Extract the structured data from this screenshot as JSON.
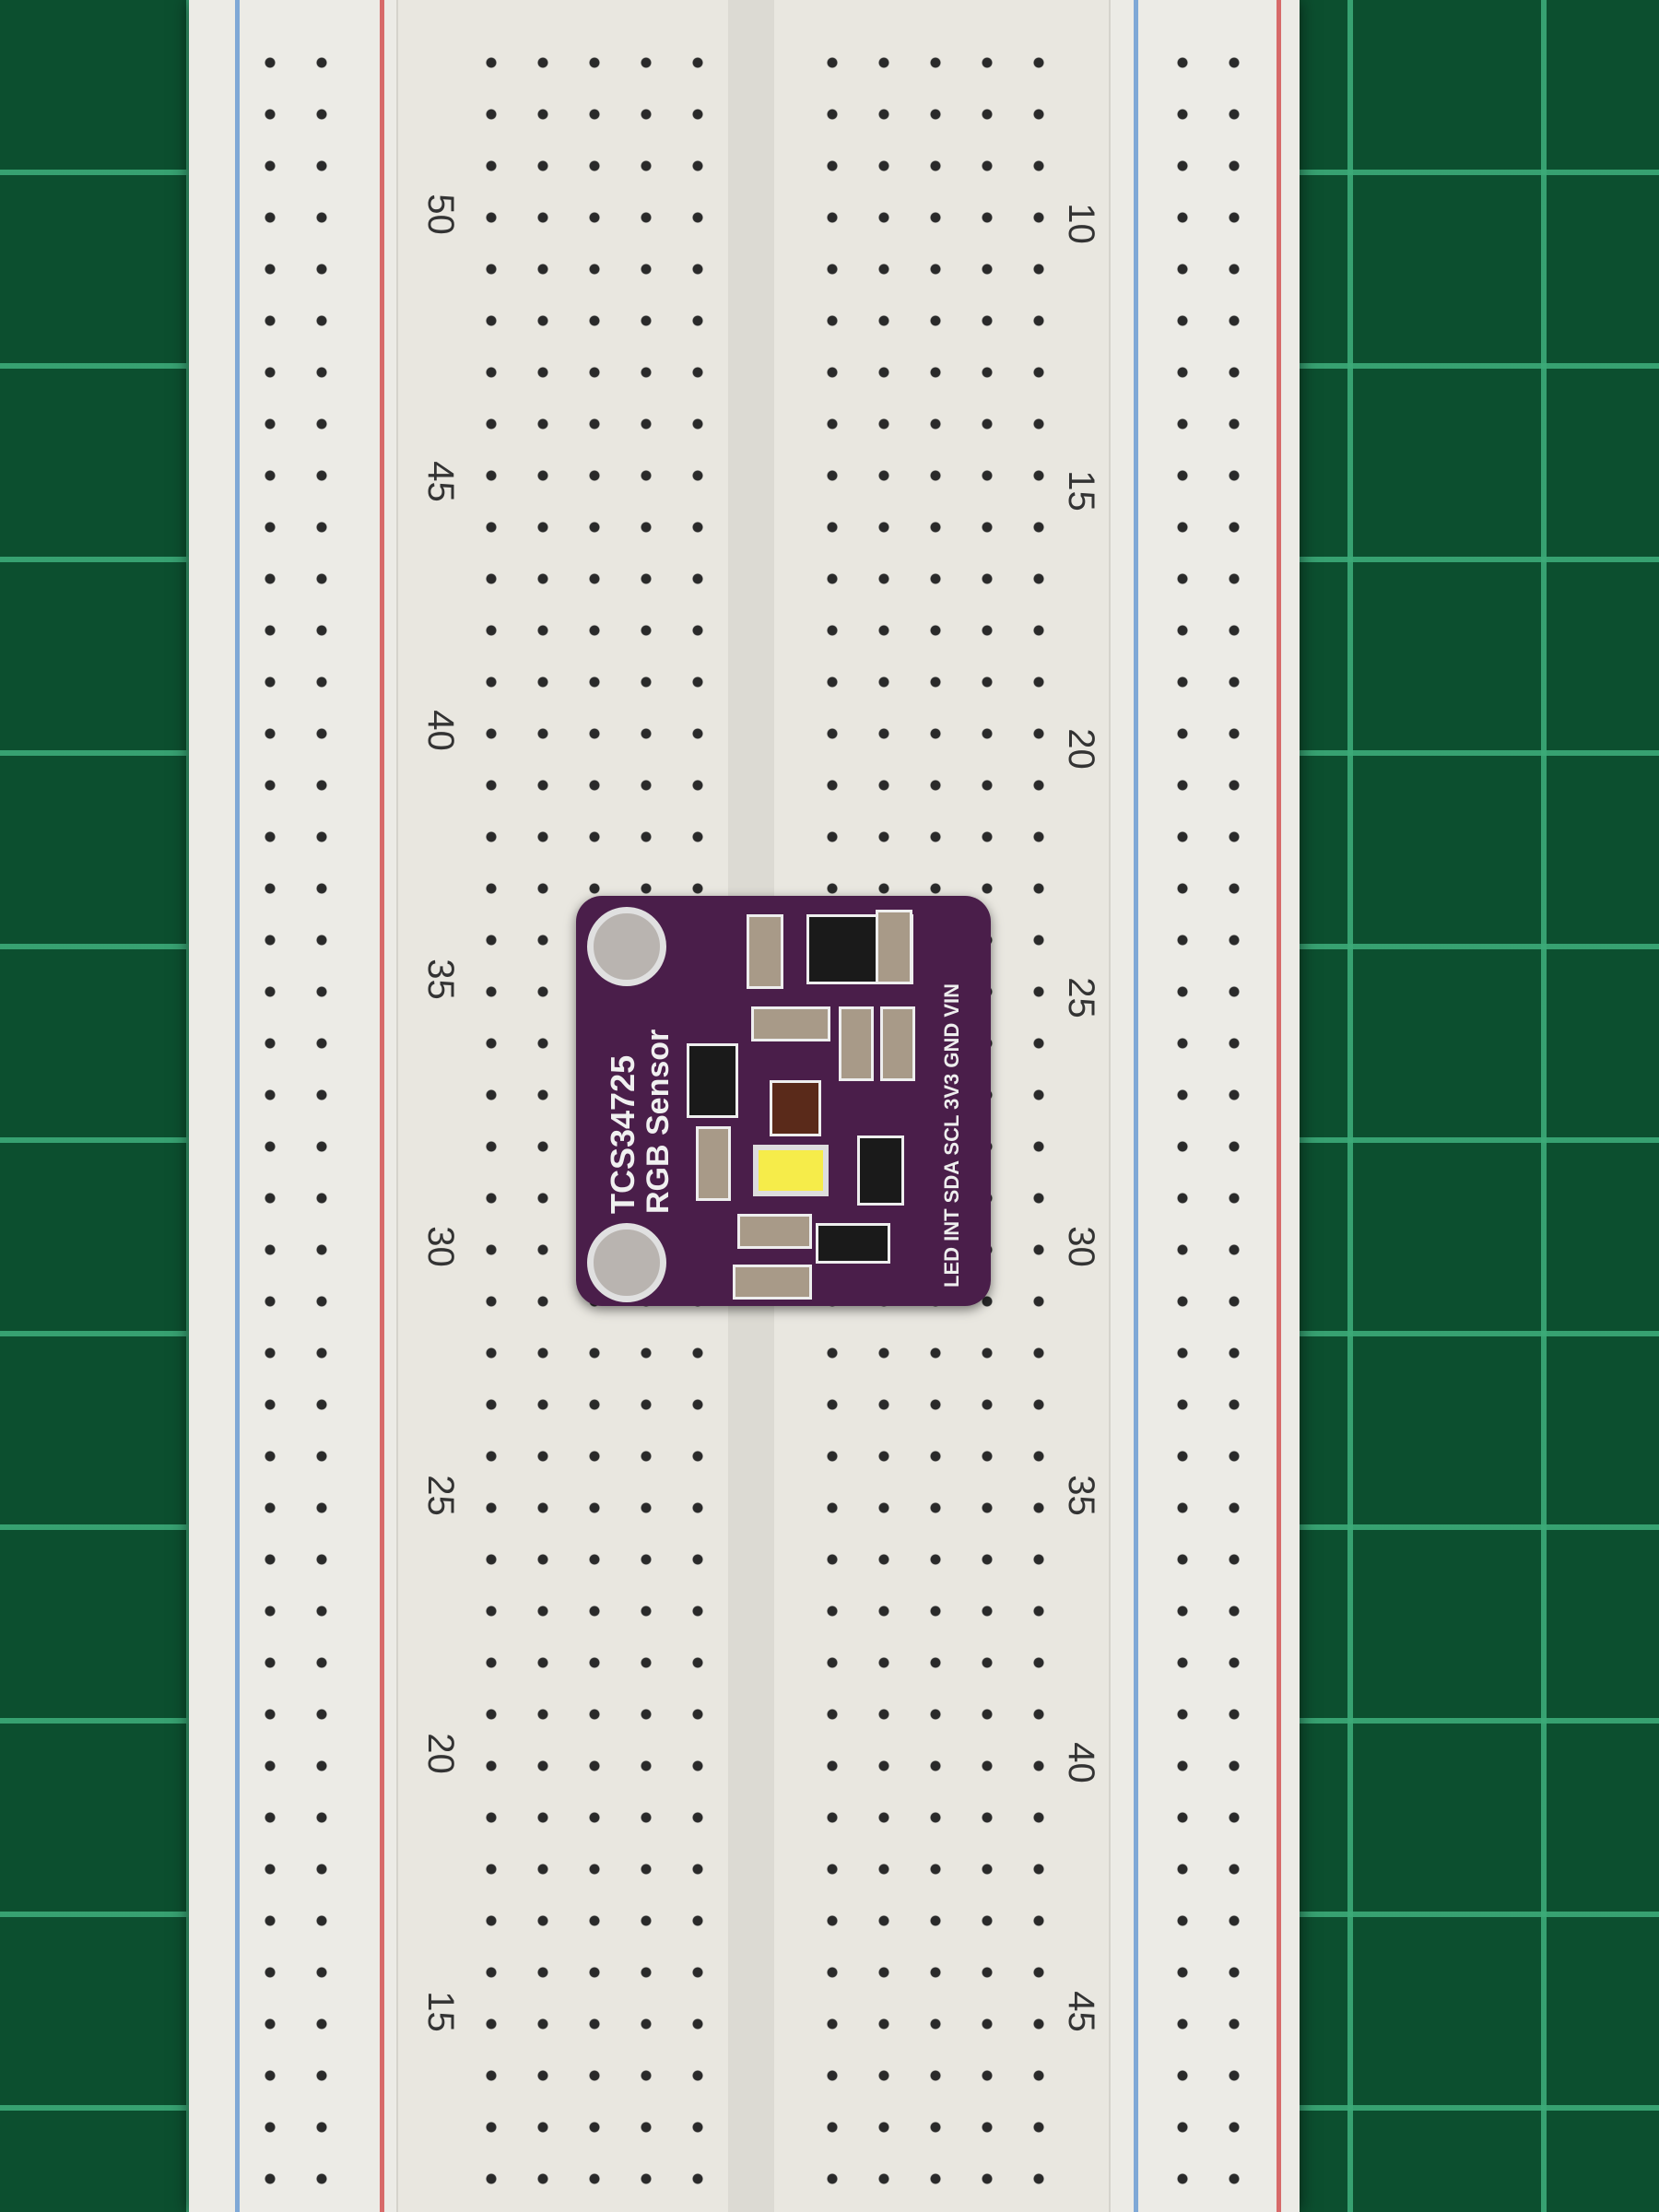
{
  "scene": {
    "description": "Photo of a white solderless breadboard on a green cutting mat with a purple TCS34725 RGB Sensor breakout board mounted across the center channel",
    "colors": {
      "mat": "#0c4f2f",
      "mat_grid": "#3caa78",
      "board": "#e9e7e0",
      "rail_blue": "#7fa8d6",
      "rail_red": "#d76a6a",
      "pcb": "#4a1e4a",
      "led": "#f6ec4a"
    }
  },
  "breadboard": {
    "left_numbers": [
      "50",
      "45",
      "40",
      "35",
      "30",
      "25",
      "20",
      "15"
    ],
    "right_numbers": [
      "10",
      "15",
      "20",
      "25",
      "30",
      "35",
      "40",
      "45"
    ]
  },
  "sensor": {
    "title": "TCS34725",
    "subtitle": "RGB Sensor",
    "pins": "LED INT SDA SCL 3V3 GND VIN"
  }
}
